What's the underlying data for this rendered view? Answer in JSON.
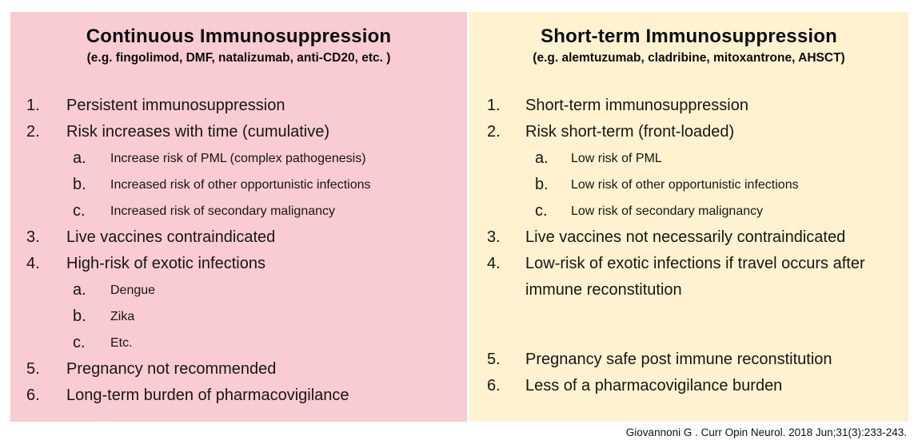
{
  "panels": [
    {
      "id": "continuous",
      "bg": "#f8ccd1",
      "title": "Continuous Immunosuppression",
      "subtitle": "(e.g. fingolimod, DMF, natalizumab, anti-CD20, etc. )",
      "items": [
        {
          "num": "1.",
          "text": "Persistent immunosuppression"
        },
        {
          "num": "2.",
          "text": "Risk increases with time (cumulative)",
          "subitems": [
            {
              "num": "a.",
              "text": "Increase risk of PML (complex pathogenesis)"
            },
            {
              "num": "b.",
              "text": "Increased risk of other opportunistic infections"
            },
            {
              "num": "c.",
              "text": "Increased risk of secondary malignancy"
            }
          ]
        },
        {
          "num": "3.",
          "text": "Live vaccines contraindicated"
        },
        {
          "num": "4.",
          "text": "High-risk of exotic infections",
          "subitems": [
            {
              "num": "a.",
              "text": "Dengue"
            },
            {
              "num": "b.",
              "text": "Zika"
            },
            {
              "num": "c.",
              "text": "Etc."
            }
          ]
        },
        {
          "num": "5.",
          "text": "Pregnancy not recommended"
        },
        {
          "num": "6.",
          "text": "Long-term burden of pharmacovigilance"
        }
      ]
    },
    {
      "id": "short-term",
      "bg": "#fff2d0",
      "title": "Short-term Immunosuppression",
      "subtitle": "(e.g. alemtuzumab, cladribine, mitoxantrone, AHSCT)",
      "items": [
        {
          "num": "1.",
          "text": "Short-term immunosuppression"
        },
        {
          "num": "2.",
          "text": "Risk short-term (front-loaded)",
          "subitems": [
            {
              "num": "a.",
              "text": "Low risk of PML"
            },
            {
              "num": "b.",
              "text": "Low risk of other opportunistic infections"
            },
            {
              "num": "c.",
              "text": "Low risk of secondary malignancy"
            }
          ]
        },
        {
          "num": "3.",
          "text": "Live vaccines not necessarily contraindicated"
        },
        {
          "num": "4.",
          "text": "Low-risk of exotic infections if travel occurs after immune reconstitution"
        },
        {
          "num": "5.",
          "text": "Pregnancy safe post immune reconstitution",
          "gap_before": true
        },
        {
          "num": "6.",
          "text": "Less of a pharmacovigilance burden"
        }
      ]
    }
  ],
  "citation": "Giovannoni G . Curr Opin Neurol. 2018 Jun;31(3):233-243."
}
